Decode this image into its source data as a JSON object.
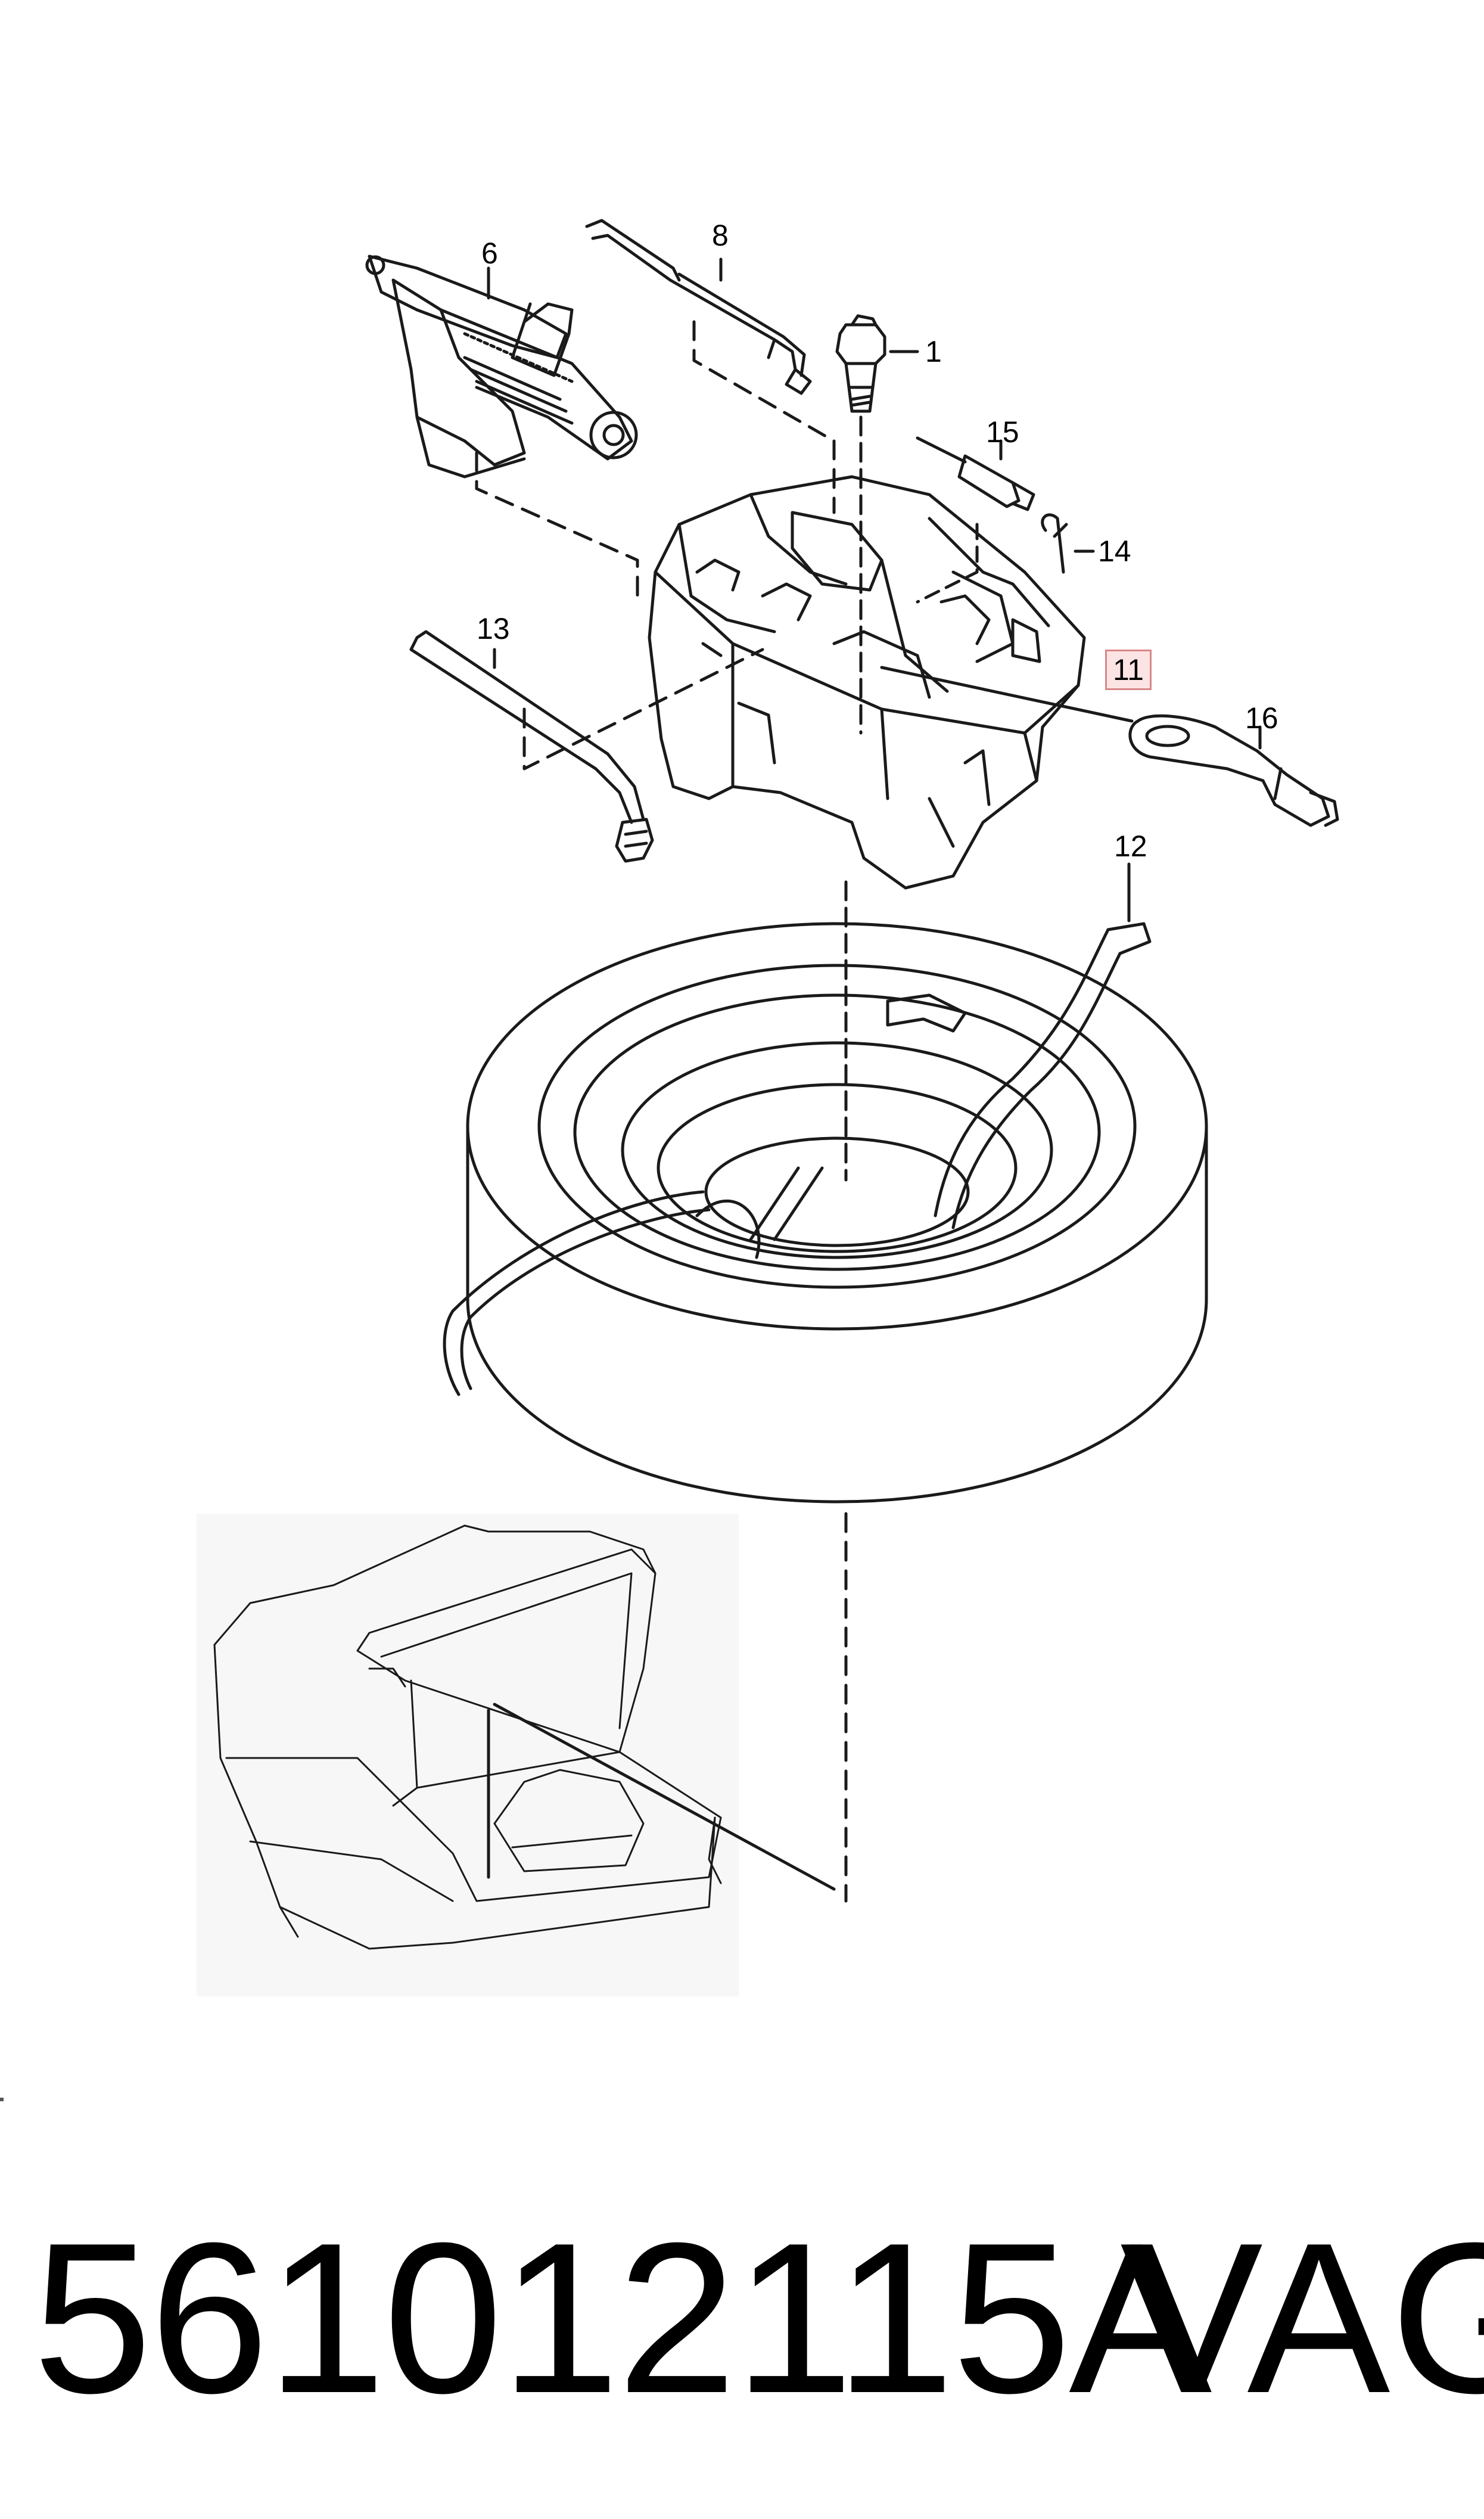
{
  "callouts": {
    "c1": "1",
    "c6": "6",
    "c8": "8",
    "c11": "11",
    "c12": "12",
    "c13": "13",
    "c14": "14",
    "c15": "15",
    "c16": "16"
  },
  "highlighted_callout": "11",
  "footer": {
    "part_number": "561012115A",
    "brand": "VAG"
  },
  "colors": {
    "line": "#1a1a1a",
    "highlight_border": "#d88888",
    "highlight_fill": "#fde4e4"
  },
  "icons": {
    "car_inset": "car-trunk-inset-illustration"
  }
}
